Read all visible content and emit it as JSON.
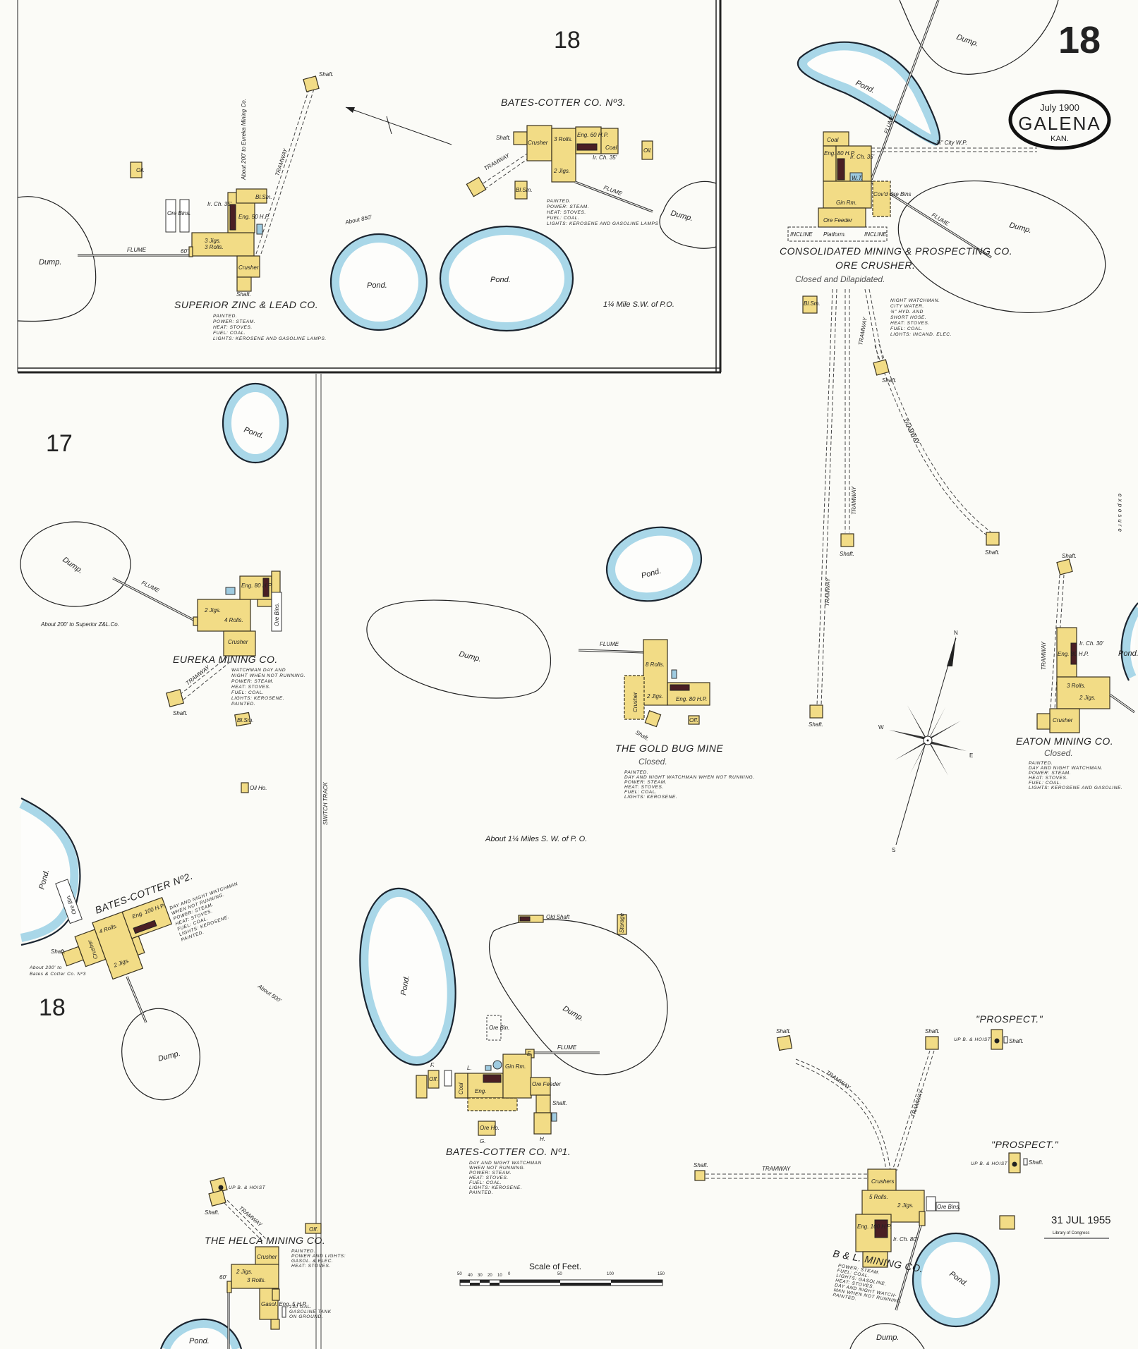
{
  "sheet": {
    "number": "18",
    "inset_number": "18",
    "adjacent_left_top": "17",
    "adjacent_left_bottom": "18"
  },
  "cartouche": {
    "date": "July 1900",
    "city": "GALENA",
    "state": "KAN."
  },
  "stamp": {
    "date": "31 JUL 1955",
    "text": "Library of Congress"
  },
  "edge_text": "exposure",
  "scale": {
    "title": "Scale of Feet.",
    "ticks": [
      "50",
      "40",
      "30",
      "20",
      "10",
      "0",
      "50",
      "100",
      "150"
    ]
  },
  "compass": {
    "n": "N",
    "s": "S",
    "e": "E",
    "w": "W"
  },
  "distances": {
    "inset": "1¼ Mile S.W. of P.O.",
    "main": "About 1¼ Miles S. W. of P. O.",
    "to_eureka": "About 200' to Eureka Mining Co.",
    "about_850": "About 850'",
    "to_superior": "About 200' to Superior Z&L.Co.",
    "to_bates3_line1": "About 200' to",
    "to_bates3_line2": "Bates & Cotter Co. Nº3",
    "about_500": "About 500'",
    "switch_track": "SWITCH TRACK",
    "city_wp": "¾\" City W.P."
  },
  "labels": {
    "pond": "Pond.",
    "dump": "Dump.",
    "shaft": "Shaft.",
    "flume": "FLUME",
    "tramway": "TRAMWAY",
    "crusher": "Crusher",
    "coal": "Coal",
    "oil": "Oil.",
    "off": "Off.",
    "ore_bins": "Ore Bins.",
    "ore_bin": "Ore Bin.",
    "bl_sm": "Bl.Sm.",
    "wt": "W.T.",
    "incline": "INCLINE",
    "platform": "Platform.",
    "ore_feeder": "Ore Feeder",
    "gin_rm": "Gin Rm.",
    "covd_ore_bins": "Cov'd Ore Bins",
    "oil_ho": "Oil Ho.",
    "ore_ho": "Ore Ho.",
    "storage": "Storage",
    "old_shaft": "Old Shaft",
    "e": "E.",
    "crushers": "Crushers",
    "up_b_hoist": "UP B. & HOIST",
    "sixty": "60'",
    "jigs2": "2 Jigs.",
    "jigs3": "3 Jigs.",
    "rolls3": "3 Rolls.",
    "rolls4": "4 Rolls.",
    "rolls5": "5 Rolls.",
    "rolls8": "8 Rolls.",
    "eng50": "Eng. 50 H.P.",
    "eng60": "Eng. 60 H.P.",
    "eng80": "Eng. 80 H.P.",
    "eng100": "Eng. 100 H.P.",
    "eng": "Eng.",
    "ch35": "Ir. Ch. 35'",
    "ch30": "Ir. Ch. 30'",
    "ch80": "Ir. Ch. 80'",
    "gasol_eng": "Gasol. Eng. 5 H.P.",
    "f": "F.",
    "g": "G.",
    "h": "H.",
    "l": "L."
  },
  "companies": {
    "superior": {
      "name": "SUPERIOR ZINC & LEAD CO.",
      "notes": [
        "PAINTED.",
        "POWER: STEAM.",
        "HEAT: STOVES.",
        "FUEL: COAL.",
        "LIGHTS: KEROSENE AND GASOLINE LAMPS."
      ]
    },
    "bates3": {
      "name": "BATES-COTTER CO. Nº3.",
      "notes": [
        "PAINTED.",
        "POWER: STEAM.",
        "HEAT: STOVES.",
        "FUEL: COAL.",
        "LIGHTS: KEROSENE AND GASOLINE LAMPS"
      ]
    },
    "consolidated": {
      "name": "CONSOLIDATED MINING & PROSPECTING CO.",
      "subtitle": "ORE CRUSHER.",
      "status": "Closed and Dilapidated.",
      "notes": [
        "NIGHT WATCHMAN.",
        "CITY WATER.",
        "¾\" HYD. AND",
        "SHORT HOSE.",
        "HEAT: STOVES.",
        "FUEL: COAL.",
        "LIGHTS: INCAND. ELEC."
      ]
    },
    "eureka": {
      "name": "EUREKA MINING CO.",
      "notes": [
        "WATCHMAN DAY AND",
        "NIGHT WHEN NOT RUNNING.",
        "POWER: STEAM.",
        "HEAT: STOVES.",
        "FUEL: COAL.",
        "LIGHTS: KEROSENE.",
        "PAINTED."
      ]
    },
    "goldbug": {
      "name": "THE GOLD BUG MINE",
      "status": "Closed.",
      "notes": [
        "PAINTED.",
        "DAY AND NIGHT WATCHMAN WHEN NOT RUNNING.",
        "POWER: STEAM.",
        "HEAT: STOVES.",
        "FUEL: COAL.",
        "LIGHTS: KEROSENE."
      ]
    },
    "eaton": {
      "name": "EATON MINING CO.",
      "status": "Closed.",
      "notes": [
        "PAINTED.",
        "DAY AND NIGHT WATCHMAN.",
        "POWER: STEAM.",
        "HEAT: STOVES.",
        "FUEL: COAL.",
        "LIGHTS: KEROSENE AND GASOLINE."
      ]
    },
    "bates2": {
      "name": "BATES-COTTER Nº2.",
      "notes": [
        "DAY AND NIGHT WATCHMAN",
        "WHEN NOT RUNNING.",
        "POWER: STEAM.",
        "HEAT: STOVES.",
        "FUEL: COAL.",
        "LIGHTS: KEROSENE.",
        "PAINTED."
      ]
    },
    "bates1": {
      "name": "BATES-COTTER CO. Nº1.",
      "notes": [
        "DAY AND NIGHT WATCHMAN",
        "WHEN NOT RUNNING.",
        "POWER: STEAM.",
        "HEAT: STOVES.",
        "FUEL: COAL.",
        "LIGHTS: KEROSENE.",
        "PAINTED."
      ]
    },
    "helca": {
      "name": "THE HELCA MINING CO.",
      "notes": [
        "PAINTED.",
        "POWER AND LIGHTS:",
        "GASOL. & ELEC.",
        "HEAT: STOVES."
      ],
      "tank": [
        "130 GAL.",
        "GASOLINE TANK",
        "ON GROUND."
      ]
    },
    "bl": {
      "name": "B & L. MINING CO.",
      "notes": [
        "POWER: STEAM.",
        "FUEL: COAL.",
        "LIGHTS: GASOLINE.",
        "HEAT: STOVES.",
        "DAY AND NIGHT WATCH-",
        "MAN WHEN NOT RUNNING.",
        "PAINTED."
      ]
    },
    "prospect": {
      "name": "\"PROSPECT.\""
    }
  },
  "colors": {
    "building": "#f2dc86",
    "pond": "#a9d7e8",
    "ink": "#222222",
    "paper": "#fbfbf7"
  }
}
